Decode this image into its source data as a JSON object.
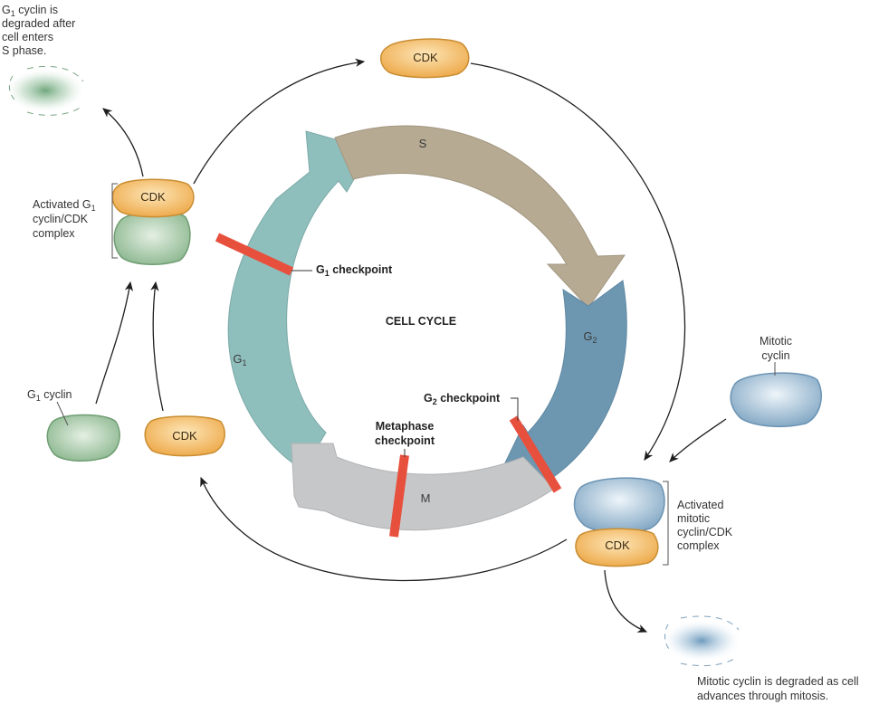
{
  "diagram": {
    "center_title": "CELL CYCLE",
    "phases": {
      "g1": "G1",
      "s": "S",
      "g2": "G2",
      "m": "M"
    },
    "checkpoints": {
      "g1": "G1 checkpoint",
      "g2": "G2 checkpoint",
      "metaphase_line1": "Metaphase",
      "metaphase_line2": "checkpoint"
    },
    "cdk_label": "CDK",
    "left_side": {
      "degraded_note": [
        "G1 cyclin is",
        "degraded after",
        "cell enters",
        "S phase."
      ],
      "activated_complex": [
        "Activated G1",
        "cyclin/CDK",
        "complex"
      ],
      "g1_cyclin": "G1 cyclin"
    },
    "right_side": {
      "mitotic_cyclin": [
        "Mitotic",
        "cyclin"
      ],
      "activated_complex": [
        "Activated",
        "mitotic",
        "cyclin/CDK",
        "complex"
      ],
      "degraded_note": [
        "Mitotic cyclin is degraded as cell",
        "advances through mitosis."
      ]
    },
    "colors": {
      "g1_arrow": "#8fbfbd",
      "s_arrow": "#b6aa93",
      "g2_arrow": "#6d97b1",
      "m_arrow": "#c6c7c9",
      "checkpoint_bar": "#e8503e",
      "cdk": "#f0b560",
      "g1_cyclin": "#9cc39e",
      "mitotic_cyclin": "#9dbfd6"
    }
  }
}
